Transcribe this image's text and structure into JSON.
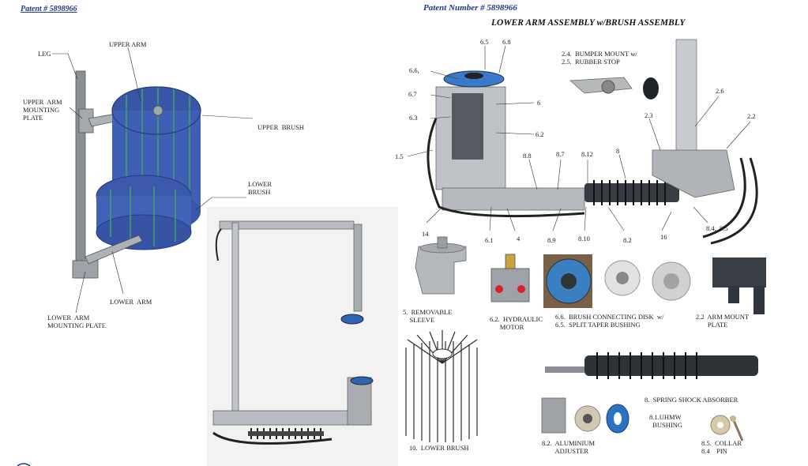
{
  "left": {
    "header": "Patent # 5898966",
    "labels": {
      "leg": "LEG",
      "upper_arm": "UPPER ARM",
      "upper_arm_plate": "UPPER  ARM\nMOUNTING\nPLATE",
      "upper_brush": "UPPER  BRUSH",
      "lower_brush": "LOWER\nBRUSH",
      "lower_arm": "LOWER  ARM",
      "lower_arm_plate": "LOWER  ARM\nMOUNTING PLATE"
    }
  },
  "right": {
    "header": "Patent Number # 5898966",
    "title": "LOWER ARM  ASSEMBLY w/BRUSH ASSEMBLY",
    "callouts": {
      "c6_5": "6.5",
      "c6_8": "6.8",
      "c6_6": "6.6,",
      "c6_7": "6.7",
      "c6": "6",
      "c6_3": "6.3",
      "c6_2": "6.2",
      "c1_5": "1.5",
      "c8_8": "8.8",
      "c8_7": "8.7",
      "c8_12": "8.12",
      "c8": "8",
      "c2_3": "2.3",
      "c2_6": "2.6",
      "c2_2": "2.2",
      "c14": "14",
      "c6_1": "6.1",
      "c4": "4",
      "c8_9": "8.9",
      "c8_10": "8.10",
      "c8_2": "8.2",
      "c16": "16",
      "c8_4_5": "8.4,  8.5",
      "bumper": "2.4.  BUMPER MOUNT w/\n2.5.  RUBBER STOP"
    },
    "parts": {
      "sleeve": "5.  REMOVABLE\n    SLEEVE",
      "motor": "6.2.  HYDRAULIC\n      MOTOR",
      "disk": "6.6.  BRUSH CONNECTING DISK  w/\n6.5.  SPLIT TAPER BUSHING",
      "arm_mount": "2.2  ARM MOUNT\n       PLATE",
      "lower_brush": "10.  LOWER BRUSH",
      "shock": "8.  SPRING SHOCK ABSORBER",
      "uhmw": "8.1.UHMW\n  BUSHING",
      "adjuster": "8.2.  ALUMINIUM\n        ADJUSTER",
      "collar": "8.5.  COLLAR\n8.4    PIN"
    }
  }
}
